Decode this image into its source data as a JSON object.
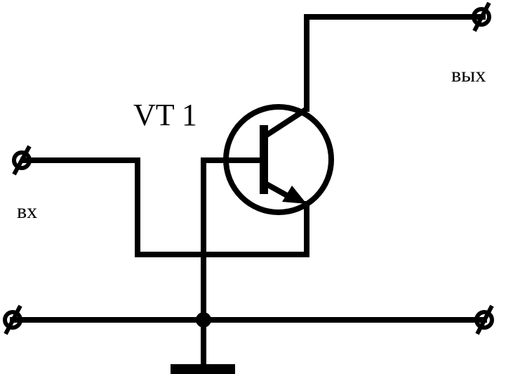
{
  "labels": {
    "transistor": "VT 1",
    "output": "вых",
    "input": "вх"
  },
  "colors": {
    "ink": "#000000",
    "background": "#ffffff"
  }
}
